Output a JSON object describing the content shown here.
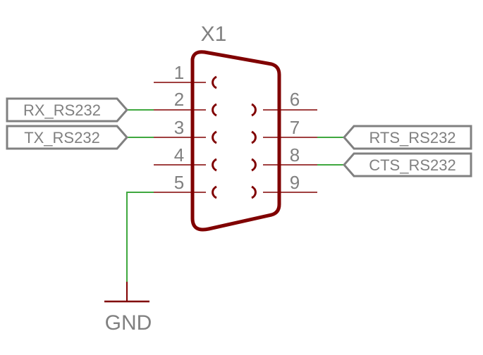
{
  "part": {
    "reference": "X1",
    "left_pins": [
      "1",
      "2",
      "3",
      "4",
      "5"
    ],
    "right_pins": [
      "6",
      "7",
      "8",
      "9"
    ]
  },
  "nets": {
    "rx": "RX_RS232",
    "tx": "TX_RS232",
    "rts": "RTS_RS232",
    "cts": "CTS_RS232",
    "gnd": "GND"
  },
  "colors": {
    "symbol": "#800000",
    "wire": "#3fa83f",
    "label": "#808080"
  }
}
